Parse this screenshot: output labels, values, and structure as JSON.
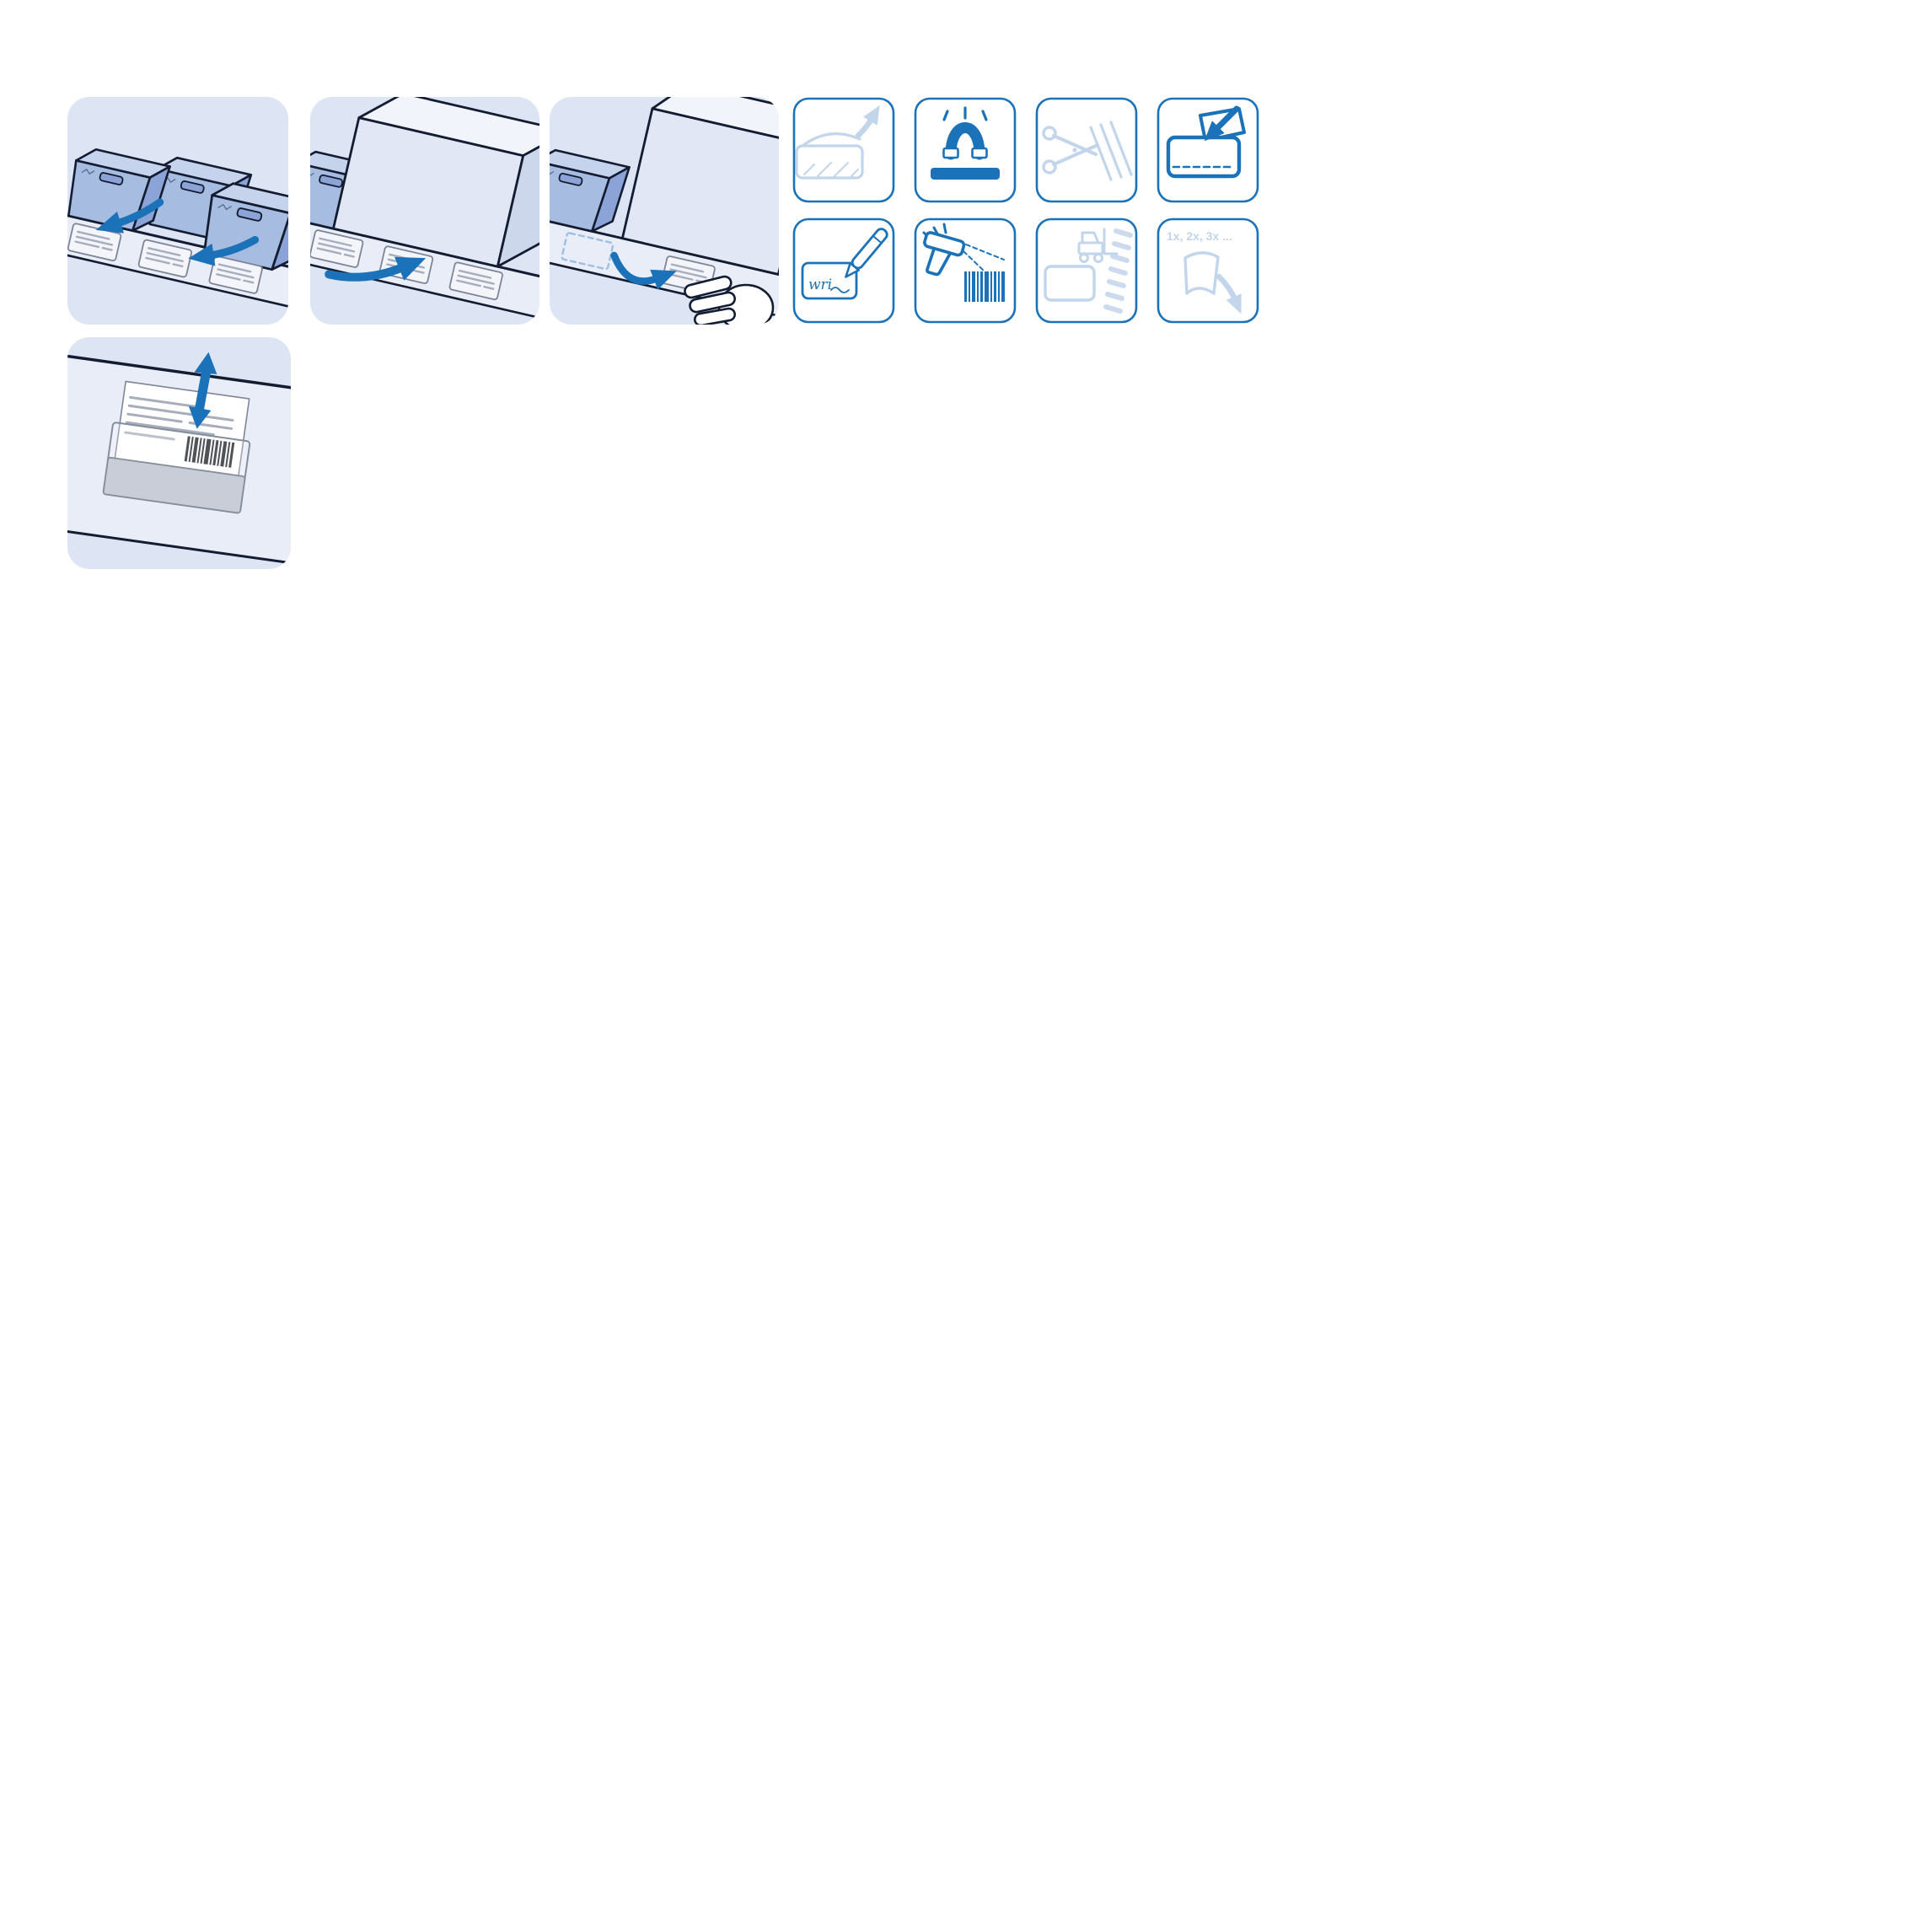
{
  "sheet": {
    "kind": "label-holder-instruction-sheet"
  },
  "colors": {
    "bg": "#ffffff",
    "panel_bg": "#dde4f4",
    "shelf": "#e9edf8",
    "accent": "#1b72b8",
    "faded": "#c2d5ea",
    "dash_blue": "#9cc0e2",
    "ink": "#131c31",
    "bin_fill": "#a7bce1",
    "bin_top": "#c6d3ec",
    "bin_side": "#8ba3d6",
    "box_front": "#e1e7f4",
    "box_top": "#f1f4fa",
    "box_side": "#cdd7ec",
    "plate_fill": "#f3f5fb",
    "plate_stroke": "#7d8696",
    "plate_line": "#a7adba",
    "paper": "#ffffff",
    "pocket_gray": "#c9cdd7",
    "pocket_stroke": "#858e9c",
    "barcode": "#15181f"
  },
  "steps": [
    {
      "name": "labels-under-bins"
    },
    {
      "name": "label-under-box"
    },
    {
      "name": "attach-holder-to-shelf-edge"
    },
    {
      "name": "exchange-label-insert"
    }
  ],
  "feature_icons": [
    {
      "name": "peel-off-adhesive",
      "emphasized": false
    },
    {
      "name": "magnetic-mounting",
      "emphasized": true
    },
    {
      "name": "cut-to-size",
      "emphasized": false
    },
    {
      "name": "insert-label",
      "emphasized": true
    },
    {
      "name": "handwrite-label",
      "emphasized": true,
      "label": "wri"
    },
    {
      "name": "barcode-scanning",
      "emphasized": true
    },
    {
      "name": "forklift-traffic",
      "emphasized": false
    },
    {
      "name": "reusable",
      "emphasized": false,
      "label": "1x, 2x, 3x ..."
    }
  ]
}
